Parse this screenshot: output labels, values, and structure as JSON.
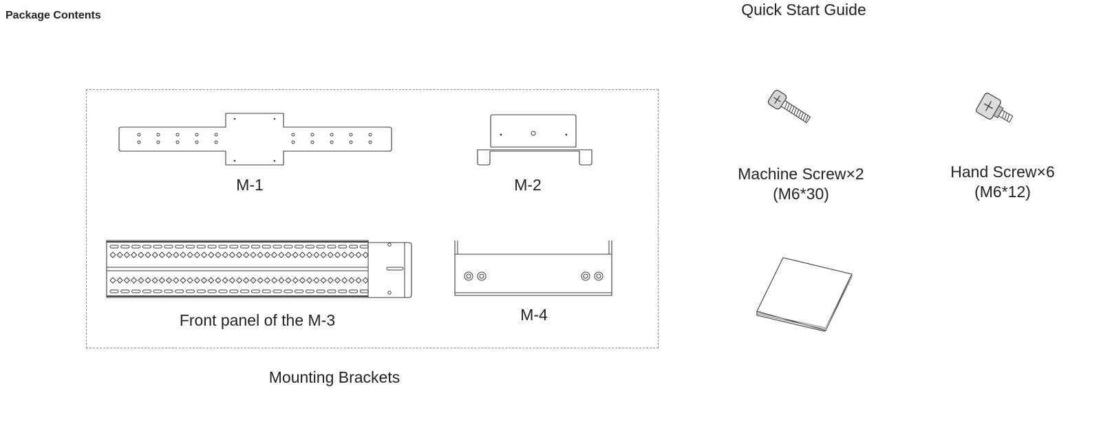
{
  "heading": "Package Contents",
  "mounting_brackets": {
    "group_label": "Mounting Brackets",
    "items": [
      {
        "label": "M-1"
      },
      {
        "label": "M-2"
      },
      {
        "label": "Front panel of the M-3"
      },
      {
        "label": "M-4"
      }
    ]
  },
  "accessories": [
    {
      "label": "Machine Screw×2\n(M6*30)"
    },
    {
      "label": "Hand Screw×6\n(M6*12)"
    },
    {
      "label": "Quick Start Guide"
    }
  ],
  "line_color": "#3a3a3a",
  "frame_color": "#8a8a8a"
}
